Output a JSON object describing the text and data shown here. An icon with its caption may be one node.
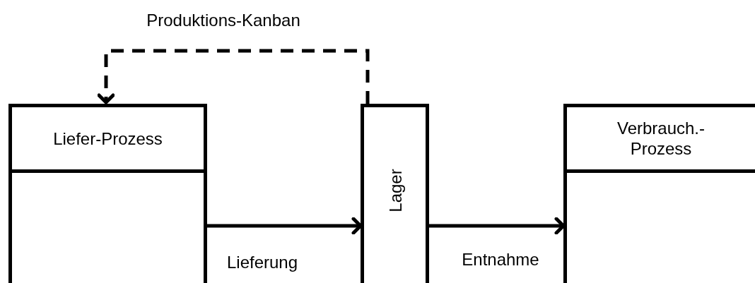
{
  "diagram": {
    "nodes": [
      {
        "text": [
          "Liefer-Prozess"
        ]
      },
      {
        "text": [
          "Lager"
        ]
      },
      {
        "text": [
          "Verbrauch.- Prozess"
        ]
      }
    ],
    "edges": [
      {
        "from": 0,
        "to": 1,
        "arrow": "to",
        "label": "Lieferung"
      },
      {
        "from": 1,
        "to": 2,
        "arrow": "to",
        "label": "Entnahme"
      },
      {
        "from": 1,
        "to": 0,
        "arrow": "to",
        "label": "Produktions-Kanban",
        "style": "dashed"
      }
    ]
  }
}
